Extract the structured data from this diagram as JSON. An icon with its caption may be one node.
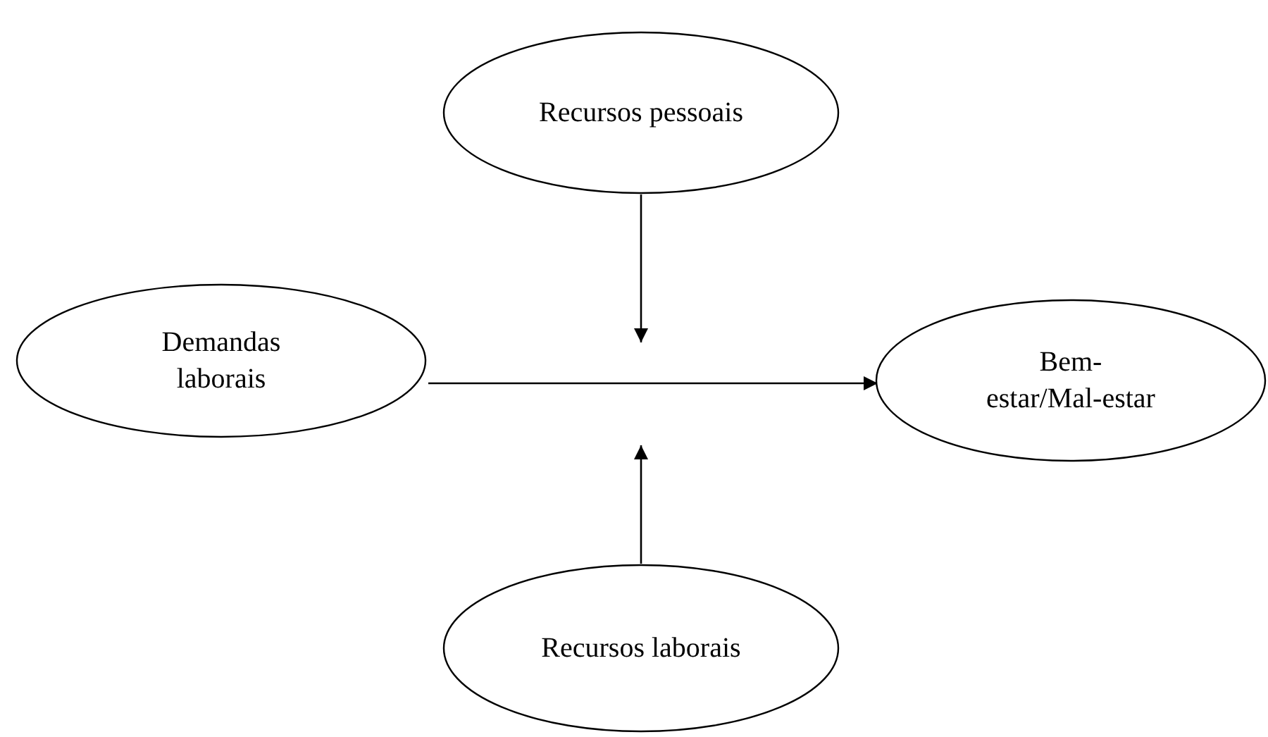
{
  "diagram": {
    "nodes": [
      {
        "text": [
          "Recursos pessoais"
        ]
      },
      {
        "text": [
          "Demandas laborais"
        ]
      },
      {
        "text": [
          "Recursos laborais"
        ]
      },
      {
        "text": [
          "Bem- estar/Mal-estar"
        ]
      }
    ],
    "edges": [
      {
        "from": 1,
        "to": 3,
        "arrow": "to"
      },
      {
        "from": 0,
        "to": null,
        "arrow": "to"
      },
      {
        "from": 2,
        "to": null,
        "arrow": "to"
      }
    ]
  }
}
